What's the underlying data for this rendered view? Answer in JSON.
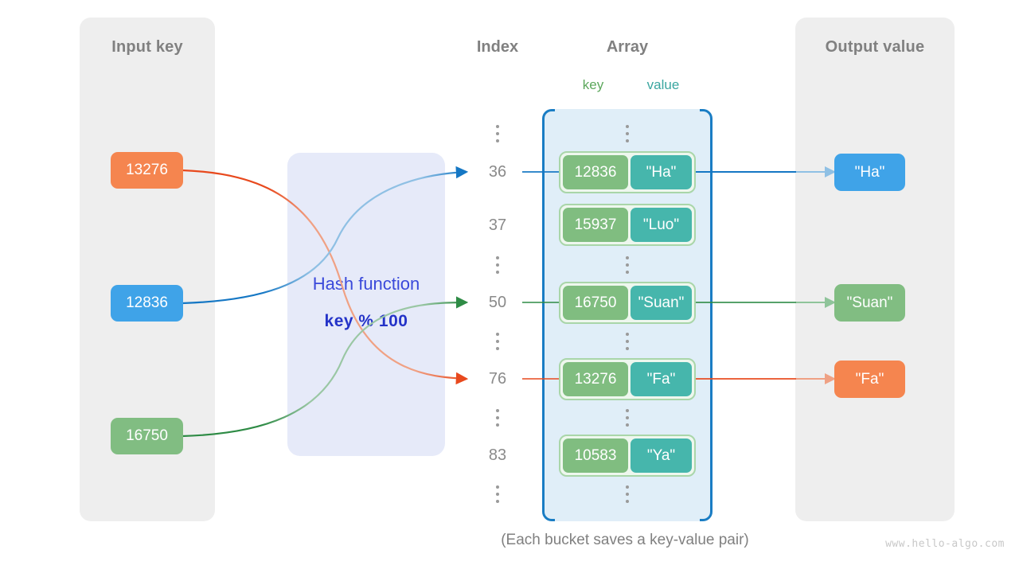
{
  "input_panel": {
    "title": "Input key"
  },
  "output_panel": {
    "title": "Output value"
  },
  "headings": {
    "index": "Index",
    "array": "Array",
    "key": "key",
    "value": "value"
  },
  "hash": {
    "title": "Hash function",
    "formula": "key % 100"
  },
  "input_keys": [
    {
      "label": "13276",
      "color": "#f5854f",
      "maps_to_index": "76"
    },
    {
      "label": "12836",
      "color": "#3fa3e8",
      "maps_to_index": "36"
    },
    {
      "label": "16750",
      "color": "#81bd82",
      "maps_to_index": "50"
    }
  ],
  "output_values": [
    {
      "label": "\"Ha\"",
      "color": "#3fa3e8"
    },
    {
      "label": "\"Suan\"",
      "color": "#81bd82"
    },
    {
      "label": "\"Fa\"",
      "color": "#f5854f"
    }
  ],
  "index_column": [
    "⋮",
    "36",
    "37",
    "⋮",
    "50",
    "⋮",
    "76",
    "⋮",
    "83",
    "⋮"
  ],
  "buckets": [
    {
      "index": "36",
      "key": "12836",
      "value": "\"Ha\""
    },
    {
      "index": "37",
      "key": "15937",
      "value": "\"Luo\""
    },
    {
      "index": "50",
      "key": "16750",
      "value": "\"Suan\""
    },
    {
      "index": "76",
      "key": "13276",
      "value": "\"Fa\""
    },
    {
      "index": "83",
      "key": "10583",
      "value": "\"Ya\""
    }
  ],
  "caption": "(Each bucket saves a key-value pair)",
  "watermark": "www.hello-algo.com",
  "colors": {
    "panel_bg": "#eeeeee",
    "hash_bg": "#e6eaf9",
    "array_bg": "#e0eef8",
    "array_bracket": "#1a7dc4",
    "bucket_key": "#80bd80",
    "bucket_value": "#46b6ac",
    "heading_gray": "#808080",
    "orange": "#f5854f",
    "blue": "#3fa3e8",
    "green": "#81bd82",
    "hash_text": "#3a49da"
  }
}
